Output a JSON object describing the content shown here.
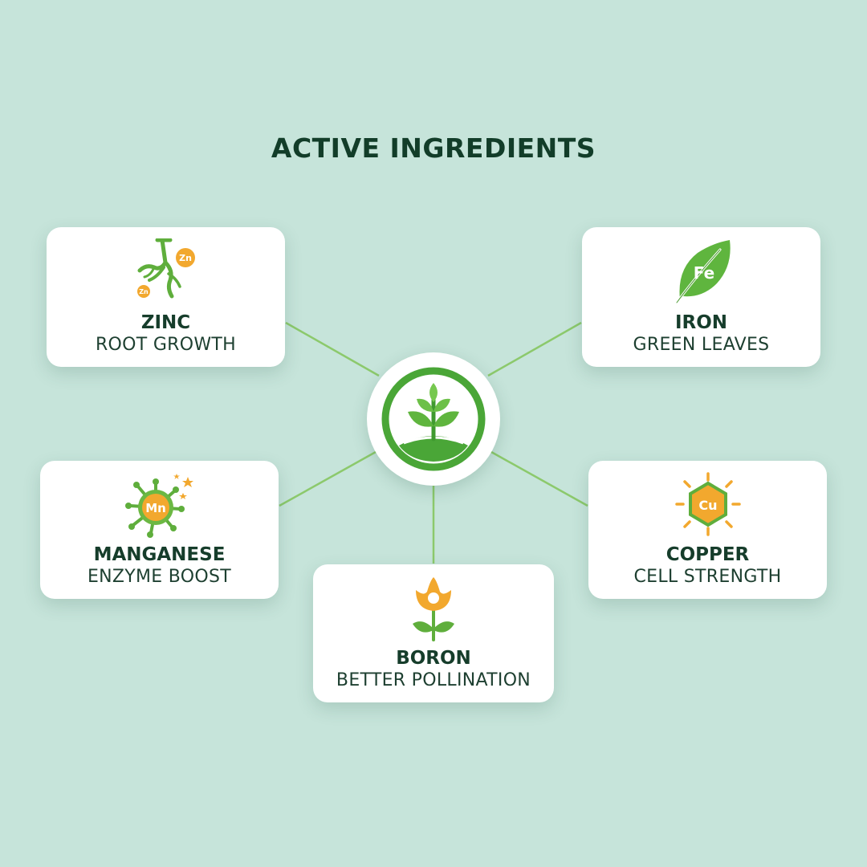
{
  "title": "ACTIVE INGREDIENTS",
  "colors": {
    "background": "#c6e4da",
    "accent_green": "#5fae3c",
    "accent_orange": "#f2a82e",
    "text_dark": "#163d2b",
    "connector": "#8cc96c"
  },
  "hub": {
    "icon": "sprout-icon"
  },
  "ingredients": [
    {
      "name": "ZINC",
      "benefit": "ROOT GROWTH",
      "icon": "roots-zinc-icon",
      "symbol": "Zn"
    },
    {
      "name": "IRON",
      "benefit": "GREEN LEAVES",
      "icon": "leaf-iron-icon",
      "symbol": "Fe"
    },
    {
      "name": "MANGANESE",
      "benefit": "ENZYME BOOST",
      "icon": "enzyme-manganese-icon",
      "symbol": "Mn"
    },
    {
      "name": "COPPER",
      "benefit": "CELL STRENGTH",
      "icon": "hexagon-copper-icon",
      "symbol": "Cu"
    },
    {
      "name": "BORON",
      "benefit": "BETTER POLLINATION",
      "icon": "flower-boron-icon"
    }
  ]
}
